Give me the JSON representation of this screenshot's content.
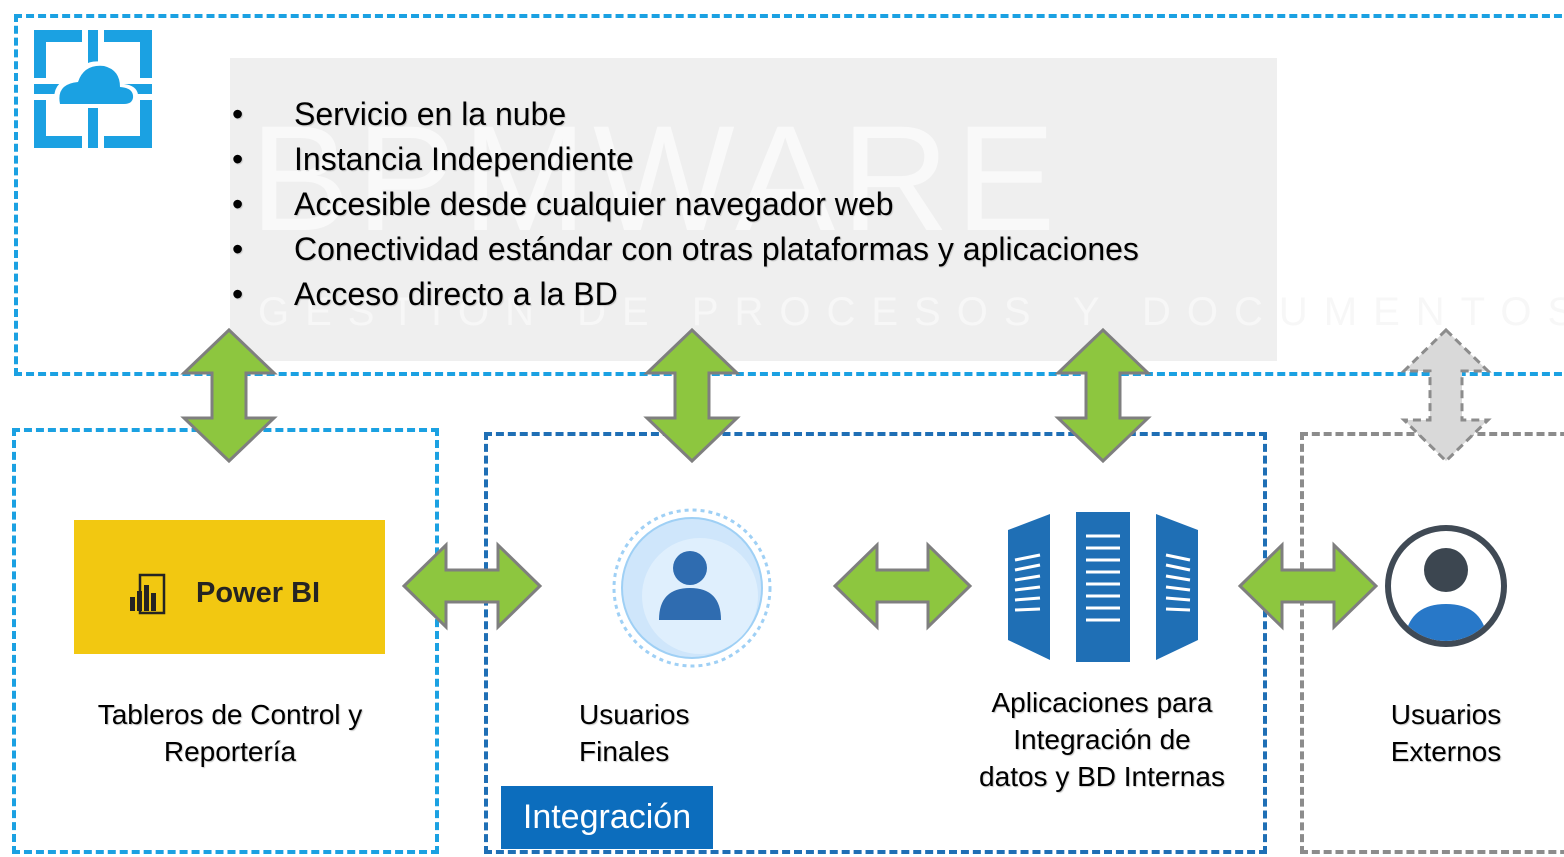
{
  "bullets": [
    "Servicio en la nube",
    "Instancia Independiente",
    "Accesible desde cualquier navegador web",
    "Conectividad estándar con otras plataformas y aplicaciones",
    "Acceso directo a la BD"
  ],
  "bullet_char": "•",
  "watermark": {
    "main": "BPMWARE",
    "sub": "GESTIÓN DE PROCESOS Y DOCUMENTOS"
  },
  "powerbi": {
    "label": "Power BI"
  },
  "nodes": {
    "dashboards": "Tableros de Control y Reportería",
    "end_users_line1": "Usuarios",
    "end_users_line2": "Finales",
    "apps_line1": "Aplicaciones para",
    "apps_line2": "Integración de",
    "apps_line3": "datos y BD Internas",
    "ext_users_line1": "Usuarios",
    "ext_users_line2": "Externos"
  },
  "integration_tag": "Integración",
  "icons": {
    "cloud": "azure-cloud-app-icon",
    "end_user": "user-avatar-icon",
    "servers": "server-rack-icon",
    "ext_user": "user-circle-icon",
    "powerbi": "powerbi-logo-icon"
  },
  "colors": {
    "cloud_border": "#1ba1e2",
    "integration_border": "#1f6fb5",
    "external_border": "#8c8c8c",
    "arrow_fill": "#8dc63f",
    "arrow_stroke": "#7f7f7f",
    "powerbi_bg": "#f2c811",
    "integration_tag_bg": "#0c6dbd"
  }
}
